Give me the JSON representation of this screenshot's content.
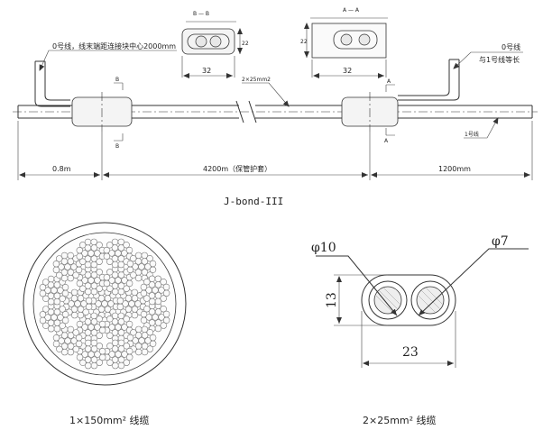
{
  "title": "J-bond-III",
  "top_drawing": {
    "left_note": "0号线，线末端距连接块中心2000mm",
    "right_note_line1": "0号线",
    "right_note_line2": "与1号线等长",
    "section_a_label": "B — B",
    "section_b_label": "A — A",
    "section_a_height": "22",
    "section_a_width": "32",
    "section_b_height": "22",
    "section_b_width": "32",
    "cable_label": "2×25mm2",
    "wire1_label": "1号线",
    "dim_left": "0.8m",
    "dim_middle": "4200m（保管护套）",
    "dim_right": "1200mm",
    "cut_mark_left": "B",
    "cut_mark_right": "A"
  },
  "bottom_left": {
    "caption": "1×150mm² 线缆"
  },
  "bottom_right": {
    "caption": "2×25mm² 线缆",
    "outer_dia": "φ10",
    "inner_dia": "φ7",
    "height": "13",
    "width": "23"
  }
}
